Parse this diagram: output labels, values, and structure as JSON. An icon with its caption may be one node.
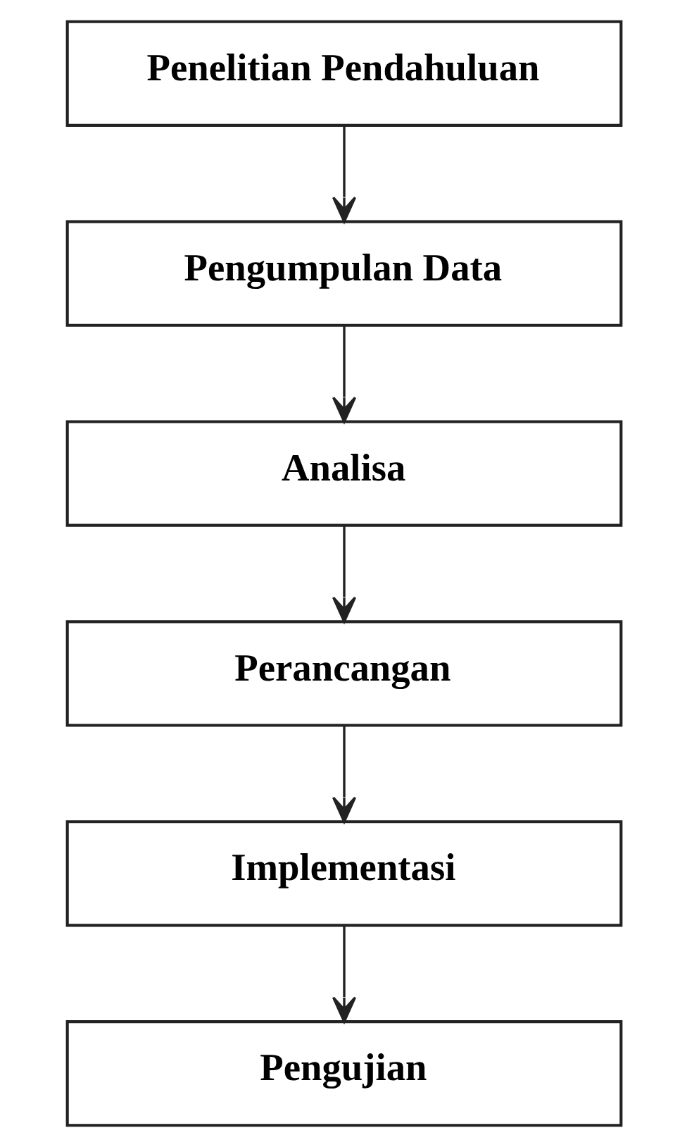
{
  "diagram": {
    "nodes": [
      {
        "text": [
          "Penelitian Pendahuluan"
        ]
      },
      {
        "text": [
          "Pengumpulan Data"
        ]
      },
      {
        "text": [
          "Analisa"
        ]
      },
      {
        "text": [
          "Perancangan"
        ]
      },
      {
        "text": [
          "Implementasi"
        ]
      },
      {
        "text": [
          "Pengujian"
        ]
      }
    ],
    "edges": [
      {
        "from": 0,
        "to": 1,
        "arrow": "to"
      },
      {
        "from": 1,
        "to": 2,
        "arrow": "to"
      },
      {
        "from": 2,
        "to": 3,
        "arrow": "to"
      },
      {
        "from": 3,
        "to": 4,
        "arrow": "to"
      },
      {
        "from": 4,
        "to": 5,
        "arrow": "to"
      }
    ]
  }
}
